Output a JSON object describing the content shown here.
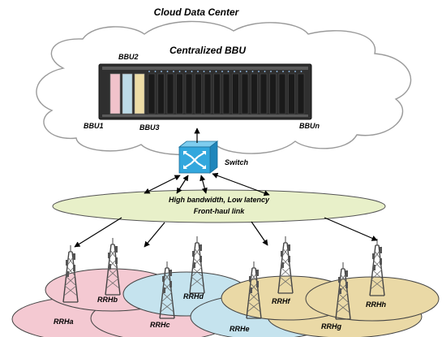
{
  "title": "Cloud Data Center",
  "cloud_label": "Centralized BBU",
  "bbus": {
    "bbu1": "BBU1",
    "bbu2": "BBU2",
    "bbu3": "BBU3",
    "bbun": "BBUn"
  },
  "switch_label": "Switch",
  "fronthaul": {
    "line1": "High bandwidth, Low latency",
    "line2": "Front-haul link"
  },
  "rrhs": [
    "RRHa",
    "RRHb",
    "RRHc",
    "RRHd",
    "RRHe",
    "RRHf",
    "RRHg",
    "RRHh"
  ],
  "colors": {
    "pink_cell": "#f4c9d2",
    "blue_cell": "#c5e3ee",
    "tan_cell": "#ead9a6",
    "link_ellipse": "#e8f0c9",
    "switch": "#33a7dd",
    "bbu1": "#f1c2cb",
    "bbu2": "#bcdbe7",
    "bbu3": "#eedda6",
    "rack": "#3a3a3a"
  }
}
